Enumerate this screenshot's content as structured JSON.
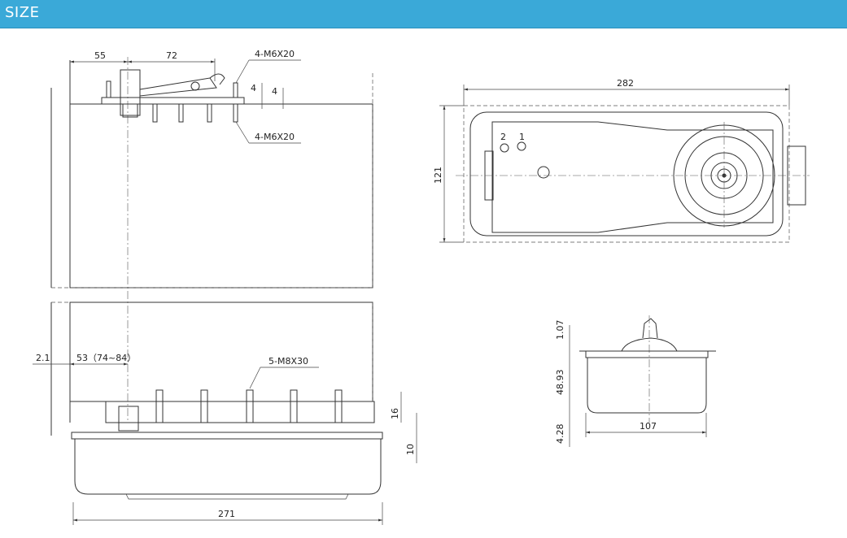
{
  "header": {
    "title": "SIZE"
  },
  "top_view": {
    "dim_55": "55",
    "dim_72": "72",
    "bolt_top": "4-M6X20",
    "bolt_bottom": "4-M6X20",
    "dim_4a": "4",
    "dim_4b": "4"
  },
  "plan_view": {
    "width": "282",
    "height": "121",
    "valve_1": "1",
    "valve_2": "2"
  },
  "section_view": {
    "offset": "2.1",
    "distance": "53（74~84）",
    "bolts": "5-M8X30",
    "dim_16": "16",
    "dim_10": "10",
    "length": "271"
  },
  "side_view": {
    "h_top": "1.07",
    "h_mid": "48.93",
    "h_bot": "4.28",
    "width": "107"
  },
  "colors": {
    "header": "#3aa9d8",
    "line": "#333333"
  }
}
